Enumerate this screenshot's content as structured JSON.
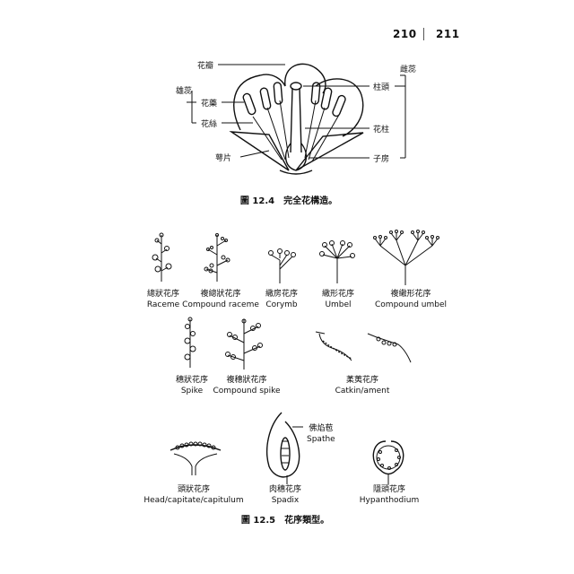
{
  "header": {
    "page_left": "210",
    "page_right": "211"
  },
  "figure_flower": {
    "labels": {
      "petal": "花瓣",
      "stamen": "雄蕊",
      "anther": "花藥",
      "filament": "花絲",
      "sepal": "萼片",
      "pistil": "雌蕊",
      "stigma": "柱頭",
      "style": "花柱",
      "ovary": "子房"
    },
    "caption": "圖 12.4　完全花構造。"
  },
  "figure_inflorescence": {
    "items": [
      {
        "zh": "總狀花序",
        "en": "Raceme"
      },
      {
        "zh": "複總狀花序",
        "en": "Compound raceme"
      },
      {
        "zh": "繖房花序",
        "en": "Corymb"
      },
      {
        "zh": "繖形花序",
        "en": "Umbel"
      },
      {
        "zh": "複繖形花序",
        "en": "Compound umbel"
      },
      {
        "zh": "穗狀花序",
        "en": "Spike"
      },
      {
        "zh": "複穗狀花序",
        "en": "Compound spike"
      },
      {
        "zh": "葇荑花序",
        "en": "Catkin/ament"
      },
      {
        "zh": "頭狀花序",
        "en": "Head/capitate/capitulum"
      },
      {
        "zh": "肉穗花序",
        "en": "Spadix"
      },
      {
        "zh": "隱頭花序",
        "en": "Hypanthodium"
      }
    ],
    "spathe": {
      "zh": "佛焰苞",
      "en": "Spathe"
    },
    "caption": "圖 12.5　花序類型。"
  }
}
